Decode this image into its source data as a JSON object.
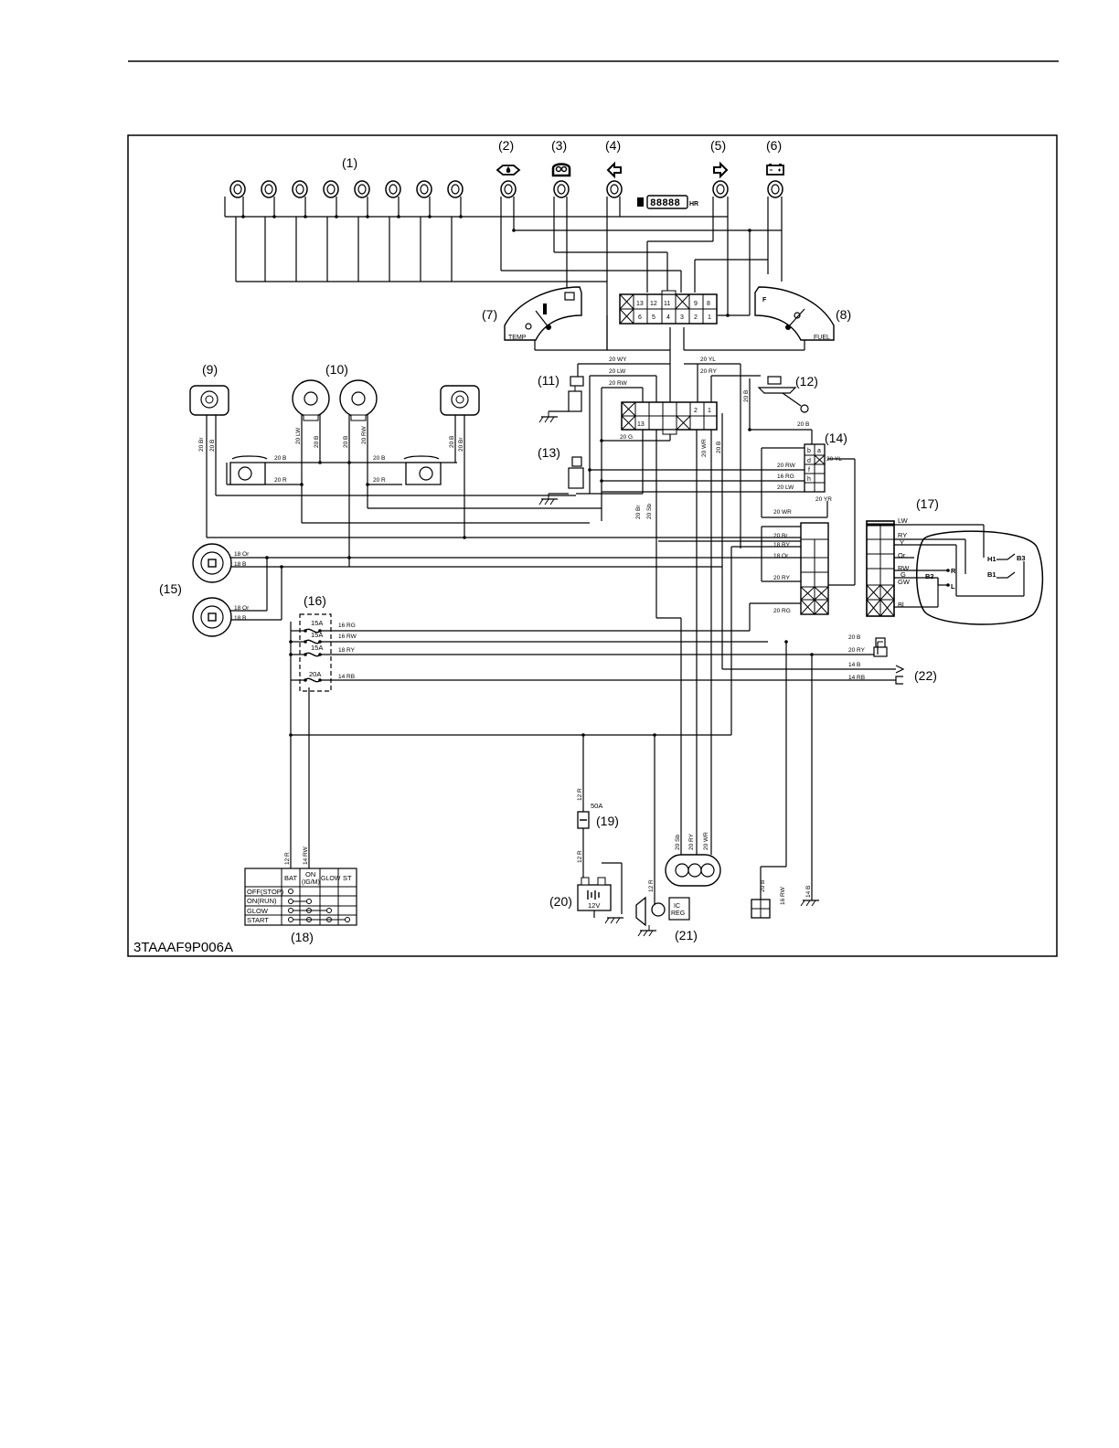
{
  "figure_code": "3TAAAF9P006A",
  "callouts": [
    "(1)",
    "(2)",
    "(3)",
    "(4)",
    "(5)",
    "(6)",
    "(7)",
    "(8)",
    "(9)",
    "(10)",
    "(11)",
    "(12)",
    "(13)",
    "(14)",
    "(15)",
    "(16)",
    "(17)",
    "(18)",
    "(19)",
    "(20)",
    "(21)",
    "(22)"
  ],
  "wires": {
    "top_20WY": "20 WY",
    "top_20LW": "20 LW",
    "top_20RW": "20 RW",
    "top_20YL": "20 YL",
    "top_20RY": "20 RY",
    "v_20B_12": "20 B",
    "h_20B_14": "20 B",
    "h_20G": "20 G",
    "v_20WR": "20 WR",
    "v_20B_mid": "20 B",
    "v_20Br_9": "20 Br",
    "v_20B_9": "20 B",
    "v_20LW_10": "20 LW",
    "v_20B_10a": "20 B",
    "v_20B_10b": "20 B",
    "v_20RW_10": "20 RW",
    "v_20B_right": "20 B",
    "v_20Br_right": "20 Br",
    "h_20B_L": "20 B",
    "h_20R_L": "20 R",
    "h_20B_R": "20 B",
    "h_20R_R": "20 R",
    "c14_20RW": "20 RW",
    "c14_16RG": "16 RG",
    "c14_20LW": "20 LW",
    "c14_20YL": "20 YL",
    "c14_20YR": "20 YR",
    "v_20Br_low": "20 Br",
    "v_20Sb_low": "20 Sb",
    "h_20WR": "20 WR",
    "h_20Br": "20 Br",
    "h_18RY": "18 RY",
    "h_18Or": "18 Or",
    "h_20RY": "20 RY",
    "h_20RG": "20 RG",
    "s15_18Or_a": "18 Or",
    "s15_18B_a": "18 B",
    "s15_18Or_b": "18 Or",
    "s15_18B_b": "18 B",
    "f_16RG": "16 RG",
    "f_16RW": "16 RW",
    "f_18RY": "18 RY",
    "f_14RB": "14 RB",
    "r_20B": "20 B",
    "r_20RY": "20 RY",
    "r_14B": "14 B",
    "r_14RB": "14 RB",
    "v_12R_a": "12 R",
    "v_14RW": "14 RW",
    "v_12R_b": "12 R",
    "v_12R_c": "12 R",
    "v_12R_d": "12 R",
    "v_20Sb": "20 Sb",
    "v_20RY": "20 RY",
    "v_20WR_b": "20 WR",
    "v_20B_g": "20 B",
    "v_16RW": "16 RW",
    "v_14B": "14 B"
  },
  "connector_main_pins": [
    "13",
    "12",
    "11",
    "9",
    "8",
    "6",
    "5",
    "4",
    "3",
    "2",
    "1"
  ],
  "connector_mid_pins": [
    "2",
    "1",
    "13"
  ],
  "connector_14_pins": [
    "b",
    "a",
    "d",
    "f",
    "h"
  ],
  "fuses": [
    "15A",
    "15A",
    "15A",
    "20A"
  ],
  "fuse_50A": "50A",
  "battery_voltage": "12V",
  "hourmeter_display": "88888",
  "hourmeter_unit": "HR",
  "gauge_temp_label": "TEMP",
  "gauge_fuel_label": "FUEL",
  "gauge_fuel_letter": "F",
  "alternator_labels": [
    "IC",
    "REG"
  ],
  "switch17_labels": {
    "LW": "LW",
    "RY": "RY",
    "Y": "Y",
    "Or": "Or",
    "RW": "RW",
    "G": "G",
    "GW": "GW",
    "Bl": "Bl",
    "H1": "H1",
    "B3": "B3",
    "B1": "B1",
    "B2": "B2",
    "R": "R",
    "L": "L"
  },
  "key_table": {
    "headers": [
      "BAT",
      "ON",
      "(IG/M)",
      "GLOW",
      "ST"
    ],
    "rows": [
      "OFF(STOP)",
      "ON(RUN)",
      "GLOW",
      "START"
    ]
  }
}
